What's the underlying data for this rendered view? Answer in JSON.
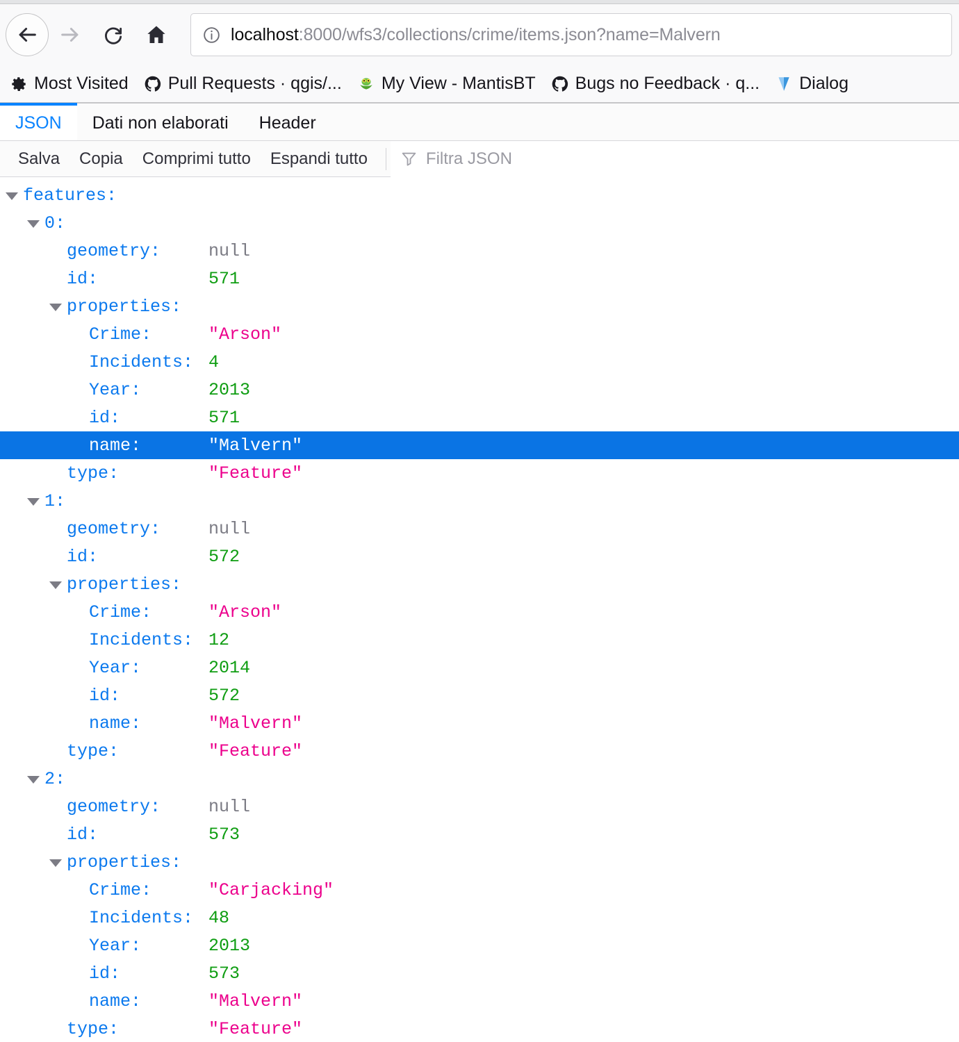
{
  "browser": {
    "nav": {
      "back_label": "Back",
      "forward_label": "Forward",
      "reload_label": "Reload",
      "home_label": "Home"
    },
    "urlbar": {
      "host": "localhost",
      "rest": ":8000/wfs3/collections/crime/items.json?name=Malvern",
      "full": "localhost:8000/wfs3/collections/crime/items.json?name=Malvern",
      "identity_icon": "info-circle-icon"
    },
    "bookmarks": [
      {
        "label": "Most Visited",
        "icon": "gear-icon"
      },
      {
        "label": "Pull Requests · qgis/...",
        "icon": "github-icon"
      },
      {
        "label": "My View - MantisBT",
        "icon": "mantis-frog-icon"
      },
      {
        "label": "Bugs no Feedback · q...",
        "icon": "github-icon"
      },
      {
        "label": "Dialog",
        "icon": "qgis-icon"
      }
    ]
  },
  "viewer": {
    "tabs": [
      {
        "label": "JSON",
        "active": true
      },
      {
        "label": "Dati non elaborati",
        "active": false
      },
      {
        "label": "Header",
        "active": false
      }
    ],
    "toolbar": {
      "save_label": "Salva",
      "copy_label": "Copia",
      "collapse_label": "Comprimi tutto",
      "expand_label": "Espandi tutto",
      "filter_placeholder": "Filtra JSON",
      "filter_value": "",
      "filter_icon": "funnel-icon"
    },
    "colors": {
      "key": "#0b79ee",
      "string": "#ec008c",
      "number": "#0f9d12",
      "null": "#7b7b84",
      "selection": "#0a74e4",
      "accent": "#0a84ff"
    }
  },
  "json_tree": [
    {
      "level": 0,
      "twisty": true,
      "key": "features:",
      "value": "",
      "vtype": "none"
    },
    {
      "level": 1,
      "twisty": true,
      "key": "0:",
      "value": "",
      "vtype": "none"
    },
    {
      "level": 2,
      "twisty": false,
      "key": "geometry:",
      "value": "null",
      "vtype": "null"
    },
    {
      "level": 2,
      "twisty": false,
      "key": "id:",
      "value": "571",
      "vtype": "num"
    },
    {
      "level": 2,
      "twisty": true,
      "key": "properties:",
      "value": "",
      "vtype": "none"
    },
    {
      "level": 3,
      "twisty": false,
      "key": "Crime:",
      "value": "\"Arson\"",
      "vtype": "str"
    },
    {
      "level": 3,
      "twisty": false,
      "key": "Incidents:",
      "value": "4",
      "vtype": "num"
    },
    {
      "level": 3,
      "twisty": false,
      "key": "Year:",
      "value": "2013",
      "vtype": "num"
    },
    {
      "level": 3,
      "twisty": false,
      "key": "id:",
      "value": "571",
      "vtype": "num"
    },
    {
      "level": 3,
      "twisty": false,
      "key": "name:",
      "value": "\"Malvern\"",
      "vtype": "str",
      "selected": true
    },
    {
      "level": 2,
      "twisty": false,
      "key": "type:",
      "value": "\"Feature\"",
      "vtype": "str"
    },
    {
      "level": 1,
      "twisty": true,
      "key": "1:",
      "value": "",
      "vtype": "none"
    },
    {
      "level": 2,
      "twisty": false,
      "key": "geometry:",
      "value": "null",
      "vtype": "null"
    },
    {
      "level": 2,
      "twisty": false,
      "key": "id:",
      "value": "572",
      "vtype": "num"
    },
    {
      "level": 2,
      "twisty": true,
      "key": "properties:",
      "value": "",
      "vtype": "none"
    },
    {
      "level": 3,
      "twisty": false,
      "key": "Crime:",
      "value": "\"Arson\"",
      "vtype": "str"
    },
    {
      "level": 3,
      "twisty": false,
      "key": "Incidents:",
      "value": "12",
      "vtype": "num"
    },
    {
      "level": 3,
      "twisty": false,
      "key": "Year:",
      "value": "2014",
      "vtype": "num"
    },
    {
      "level": 3,
      "twisty": false,
      "key": "id:",
      "value": "572",
      "vtype": "num"
    },
    {
      "level": 3,
      "twisty": false,
      "key": "name:",
      "value": "\"Malvern\"",
      "vtype": "str"
    },
    {
      "level": 2,
      "twisty": false,
      "key": "type:",
      "value": "\"Feature\"",
      "vtype": "str"
    },
    {
      "level": 1,
      "twisty": true,
      "key": "2:",
      "value": "",
      "vtype": "none"
    },
    {
      "level": 2,
      "twisty": false,
      "key": "geometry:",
      "value": "null",
      "vtype": "null"
    },
    {
      "level": 2,
      "twisty": false,
      "key": "id:",
      "value": "573",
      "vtype": "num"
    },
    {
      "level": 2,
      "twisty": true,
      "key": "properties:",
      "value": "",
      "vtype": "none"
    },
    {
      "level": 3,
      "twisty": false,
      "key": "Crime:",
      "value": "\"Carjacking\"",
      "vtype": "str"
    },
    {
      "level": 3,
      "twisty": false,
      "key": "Incidents:",
      "value": "48",
      "vtype": "num"
    },
    {
      "level": 3,
      "twisty": false,
      "key": "Year:",
      "value": "2013",
      "vtype": "num"
    },
    {
      "level": 3,
      "twisty": false,
      "key": "id:",
      "value": "573",
      "vtype": "num"
    },
    {
      "level": 3,
      "twisty": false,
      "key": "name:",
      "value": "\"Malvern\"",
      "vtype": "str"
    },
    {
      "level": 2,
      "twisty": false,
      "key": "type:",
      "value": "\"Feature\"",
      "vtype": "str"
    }
  ]
}
